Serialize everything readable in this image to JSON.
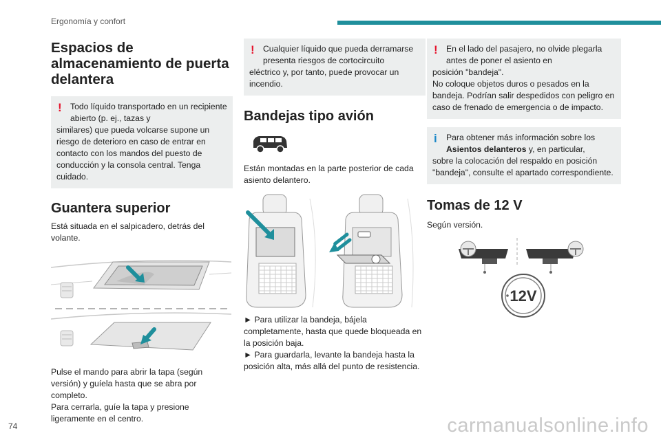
{
  "header": {
    "section": "Ergonomía y confort",
    "accent_color": "#1f8f9c"
  },
  "page_number": "74",
  "watermark": "carmanualsonline.info",
  "col1": {
    "title": "Espacios de almacenamiento de puerta delantera",
    "warning1": {
      "icon": "warning-icon",
      "first": "Todo líquido transportado en un recipiente abierto (p. ej., tazas y",
      "rest": "similares) que pueda volcarse supone un riesgo de deterioro en caso de entrar en contacto con los mandos del puesto de conducción y la consola central. Tenga cuidado."
    },
    "glovebox_title": "Guantera superior",
    "glovebox_intro": "Está situada en el salpicadero, detrás del volante.",
    "glovebox_text1": "Pulse el mando para abrir la tapa (según versión) y guíela hasta que se abra por completo.",
    "glovebox_text2": "Para cerrarla, guíe la tapa y presione ligeramente en el centro."
  },
  "col2": {
    "warning2": {
      "icon": "warning-icon",
      "first": "Cualquier líquido que pueda derramarse presenta riesgos de cortocircuito",
      "rest": "eléctrico y, por tanto, puede provocar un incendio."
    },
    "trays_title": "Bandejas tipo avión",
    "trays_intro": "Están montadas en la parte posterior de cada asiento delantero.",
    "step1": "► Para utilizar la bandeja, bájela completamente, hasta que quede bloqueada en la posición baja.",
    "step2": "► Para guardarla, levante la bandeja hasta la posición alta, más allá del punto de resistencia."
  },
  "col3": {
    "warning3": {
      "icon": "warning-icon",
      "first": "En el lado del pasajero, no olvide plegarla antes de poner el asiento en",
      "rest1": "posición \"bandeja\".",
      "rest2": "No coloque objetos duros o pesados en la bandeja. Podrían salir despedidos con peligro en caso de frenado de emergencia o de impacto."
    },
    "info": {
      "icon": "info-icon",
      "first_a": "Para obtener más información sobre los",
      "first_bold": "Asientos delanteros",
      "first_b": " y, en particular,",
      "rest": "sobre la colocación del respaldo en posición \"bandeja\", consulte el apartado correspondiente."
    },
    "sockets_title": "Tomas de 12 V",
    "sockets_intro": "Según versión.",
    "socket_label": "12V"
  }
}
